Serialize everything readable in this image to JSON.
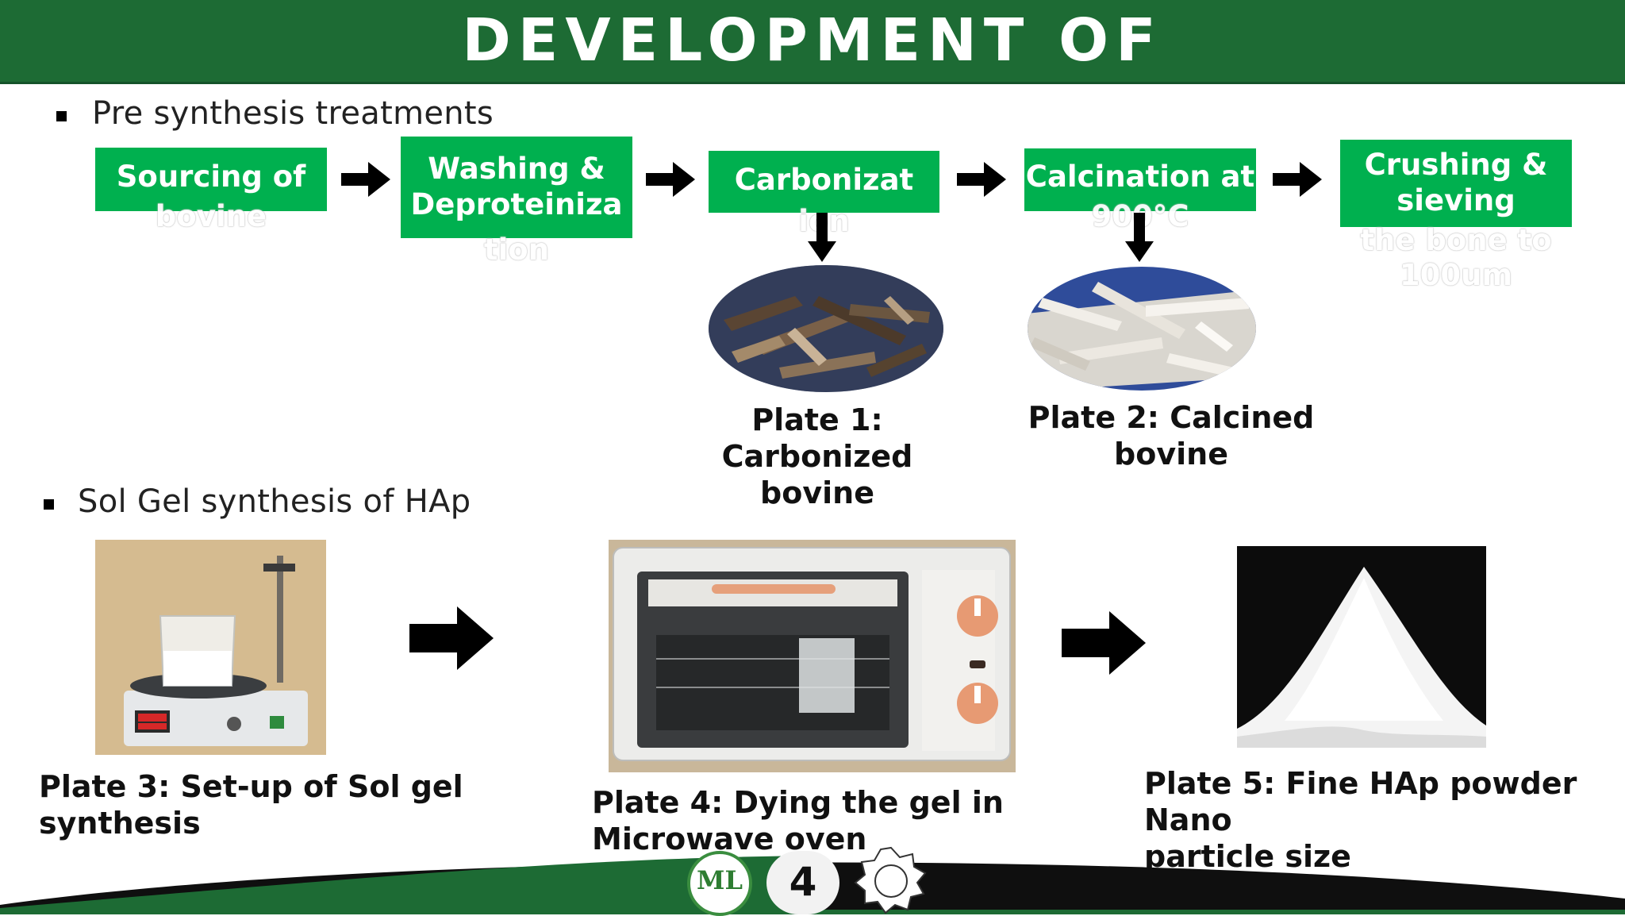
{
  "header": {
    "title": "DEVELOPMENT OF"
  },
  "sections": {
    "pre": {
      "label": "Pre synthesis treatments"
    },
    "solgel": {
      "label": "Sol Gel synthesis of HAp"
    }
  },
  "steps": [
    {
      "line1": "Sourcing of",
      "line2": "bovine"
    },
    {
      "line1": "Washing &",
      "line2": "Deproteiniza",
      "line3": "tion"
    },
    {
      "line1": "Carbonizat",
      "line2": "ion"
    },
    {
      "line1": "Calcination at",
      "line2": "900°C"
    },
    {
      "line1": "Crushing &",
      "line2": "sieving",
      "line3": "the bone to",
      "line4": "100um"
    }
  ],
  "plates": {
    "p1": {
      "line1": "Plate 1: Carbonized",
      "line2": "bovine"
    },
    "p2": {
      "line1": "Plate 2: Calcined",
      "line2": "bovine"
    },
    "p3": {
      "line1": "Plate 3: Set-up of Sol gel",
      "line2": "synthesis"
    },
    "p4": {
      "line1": "Plate 4: Dying the gel in",
      "line2": "Microwave oven"
    },
    "p5": {
      "line1": "Plate 5: Fine HAp powder Nano",
      "line2": "particle size"
    }
  },
  "footer": {
    "page_number": "4",
    "logo_left_text": "ML"
  },
  "colors": {
    "header_green": "#1d6b34",
    "step_green": "#00b04f"
  }
}
